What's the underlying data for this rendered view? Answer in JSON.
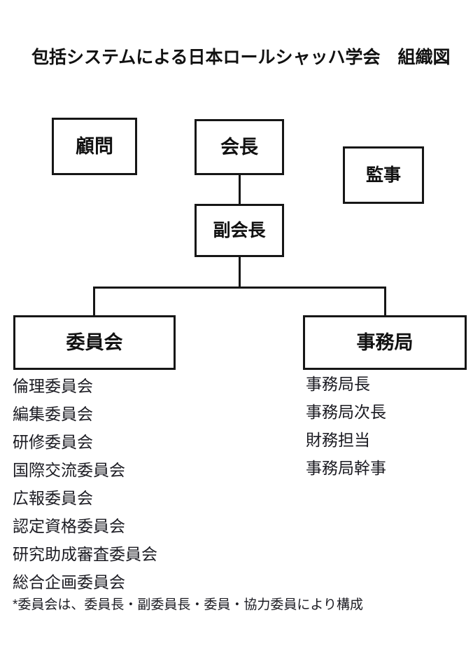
{
  "title": "包括システムによる日本ロールシャッハ学会　組織図",
  "colors": {
    "background": "#ffffff",
    "box_border": "#161616",
    "text": "#111111",
    "list_text": "#1b1b22"
  },
  "nodes": {
    "advisor": "顧問",
    "president": "会長",
    "auditor": "監事",
    "vice_president": "副会長",
    "committee": "委員会",
    "office": "事務局"
  },
  "committee_items": [
    "倫理委員会",
    "編集委員会",
    "研修委員会",
    "国際交流委員会",
    "広報委員会",
    "認定資格委員会",
    "研究助成審査委員会",
    "総合企画委員会"
  ],
  "office_items": [
    "事務局長",
    "事務局次長",
    "財務担当",
    "事務局幹事"
  ],
  "footnote": "*委員会は、委員長・副委員長・委員・協力委員により構成"
}
